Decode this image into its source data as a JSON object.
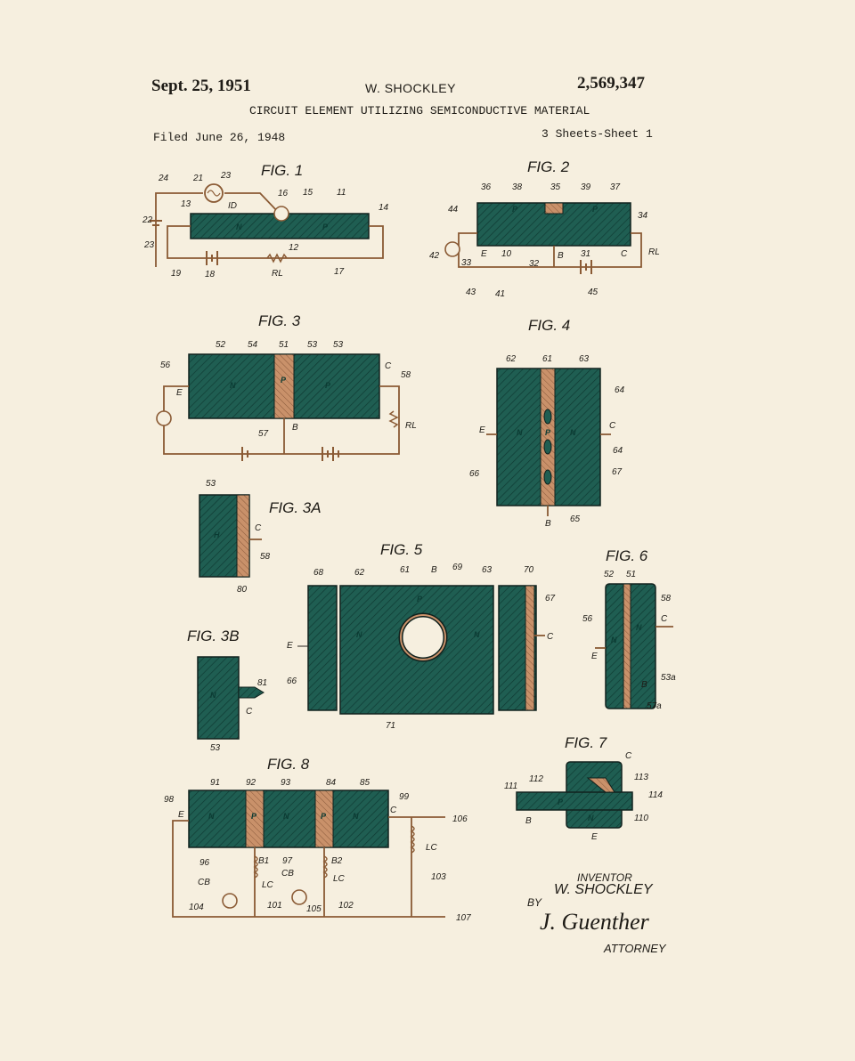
{
  "header": {
    "date": "Sept. 25, 1951",
    "inventor_name": "W. SHOCKLEY",
    "patent_number": "2,569,347",
    "title": "CIRCUIT ELEMENT UTILIZING SEMICONDUCTIVE MATERIAL",
    "filed": "Filed June 26, 1948",
    "sheets": "3 Sheets-Sheet 1"
  },
  "figures": {
    "fig1": "FIG. 1",
    "fig2": "FIG. 2",
    "fig3": "FIG. 3",
    "fig3a": "FIG. 3A",
    "fig3b": "FIG. 3B",
    "fig4": "FIG. 4",
    "fig5": "FIG. 5",
    "fig6": "FIG. 6",
    "fig7": "FIG. 7",
    "fig8": "FIG. 8"
  },
  "labels": {
    "f1": [
      "24",
      "21",
      "23",
      "13",
      "ID",
      "16",
      "15",
      "11",
      "14",
      "22",
      "23",
      "12",
      "18",
      "19",
      "RL",
      "17",
      "N",
      "P"
    ],
    "f2": [
      "36",
      "38",
      "35",
      "39",
      "37",
      "44",
      "34",
      "42",
      "E",
      "10",
      "B",
      "31",
      "C",
      "RL",
      "33",
      "32",
      "43",
      "41",
      "45",
      "P",
      "P"
    ],
    "f3": [
      "52",
      "54",
      "51",
      "53",
      "53",
      "56",
      "E",
      "C",
      "58",
      "RL",
      "57",
      "B",
      "N",
      "P",
      "P"
    ],
    "f4": [
      "62",
      "61",
      "63",
      "64",
      "E",
      "C",
      "64",
      "66",
      "67",
      "B",
      "65",
      "N",
      "P",
      "N"
    ],
    "f3a": [
      "53",
      "C",
      "58",
      "80",
      "H"
    ],
    "f3b": [
      "81",
      "C",
      "53",
      "N"
    ],
    "f5": [
      "68",
      "62",
      "61",
      "B",
      "69",
      "63",
      "70",
      "67",
      "E",
      "C",
      "66",
      "71",
      "N",
      "P",
      "N"
    ],
    "f6": [
      "52",
      "51",
      "58",
      "56",
      "C",
      "E",
      "53a",
      "B",
      "57a",
      "N",
      "N"
    ],
    "f7": [
      "111",
      "112",
      "113",
      "114",
      "110",
      "B",
      "E",
      "C",
      "P",
      "N"
    ],
    "f8": [
      "91",
      "92",
      "93",
      "84",
      "85",
      "98",
      "E",
      "C",
      "99",
      "106",
      "LC",
      "103",
      "107",
      "96",
      "CB",
      "104",
      "B1",
      "97",
      "CB",
      "LC",
      "B2",
      "LC",
      "101",
      "105",
      "102",
      "N",
      "P",
      "N",
      "P",
      "N"
    ]
  },
  "footer": {
    "inventor_label": "INVENTOR",
    "inventor": "W. SHOCKLEY",
    "by": "BY",
    "signature": "J. Guenther",
    "attorney": "ATTORNEY"
  },
  "colors": {
    "background": "#f6efdf",
    "semiconductor": "#1f5e52",
    "p_region": "#c9916a",
    "wire": "#8a5a34"
  }
}
